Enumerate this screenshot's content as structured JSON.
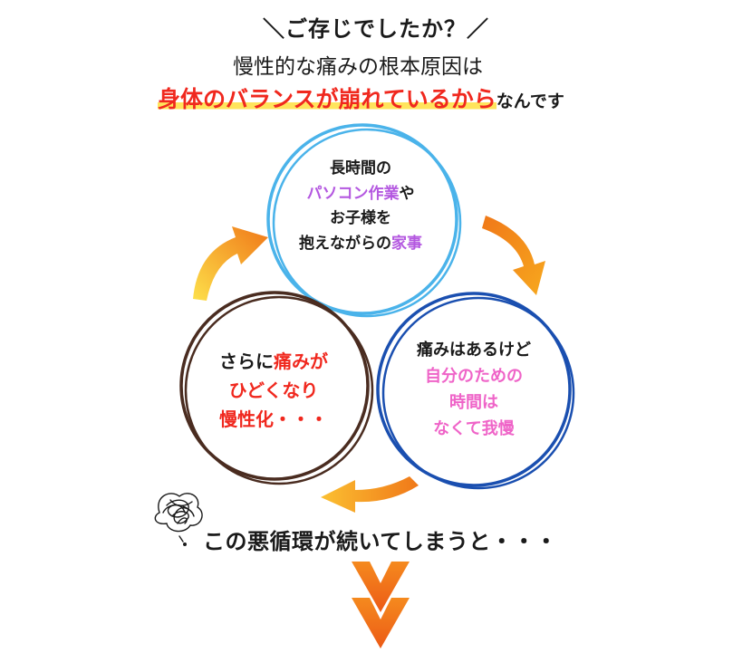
{
  "header": {
    "question": "＼ご存じでしたか？／",
    "lead": "慢性的な痛みの根本原因は",
    "claim_highlight": "身体のバランスが崩れているから",
    "claim_tail": "なんです"
  },
  "cycle": {
    "top": {
      "line1": "長時間の",
      "line2_accent": "パソコン作業",
      "line2_tail": "や",
      "line3": "お子様を",
      "line4_lead": "抱えながらの",
      "line4_accent": "家事"
    },
    "right": {
      "line1": "痛みはあるけど",
      "line2": "自分のための",
      "line3": "時間は",
      "line4": "なくて我慢"
    },
    "left": {
      "line1_lead": "さらに",
      "line1_accent": "痛みが",
      "line2": "ひどくなり",
      "line3": "慢性化・・・"
    }
  },
  "footer": {
    "conclusion": "この悪循環が続いてしまうと・・・"
  },
  "colors": {
    "accent_red": "#f0281e",
    "accent_purple": "#b458e0",
    "accent_pink": "#ef64c8",
    "highlight_yellow": "#ffe45c",
    "arrow_orange": "#f5901e",
    "circle_top": "#4ab3ea",
    "circle_right": "#1a4fb0",
    "circle_left": "#4a2c20"
  },
  "icons": [
    "tangled-thought-icon",
    "curved-arrow-icon",
    "double-chevron-down-icon"
  ]
}
